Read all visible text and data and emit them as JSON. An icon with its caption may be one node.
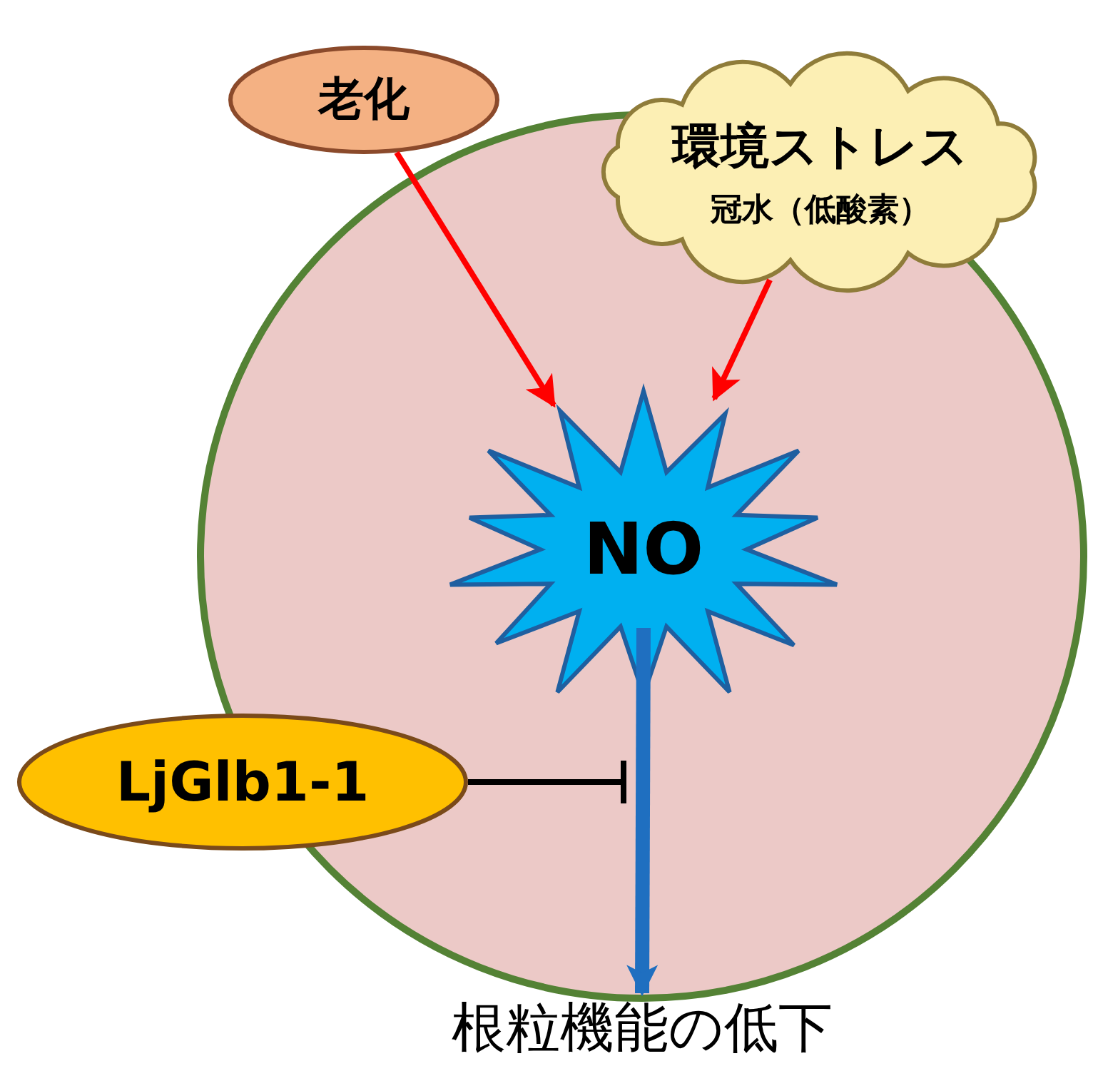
{
  "diagram": {
    "nodes": [
      {
        "text": [],
        "shape": "circle"
      },
      {
        "text": [
          "老化"
        ]
      },
      {
        "text": [
          "環境ストレス",
          "冠水（低酸素）"
        ]
      },
      {
        "text": [
          "NO"
        ],
        "in": 0
      },
      {
        "text": [
          "LjGlb1-1"
        ]
      },
      {
        "text": [
          "根粒機能の低下"
        ]
      }
    ],
    "edges": [
      {
        "from": 1,
        "to": 3,
        "arrow": "to",
        "color": "#ff0000"
      },
      {
        "from": 2,
        "to": 3,
        "arrow": "to",
        "color": "#ff0000"
      },
      {
        "from": 3,
        "to": 5,
        "arrow": "to",
        "style": "thick",
        "color": "#1f6fc0"
      },
      {
        "from": 4,
        "to": null,
        "arrow": "other",
        "color": "#000000"
      }
    ]
  }
}
